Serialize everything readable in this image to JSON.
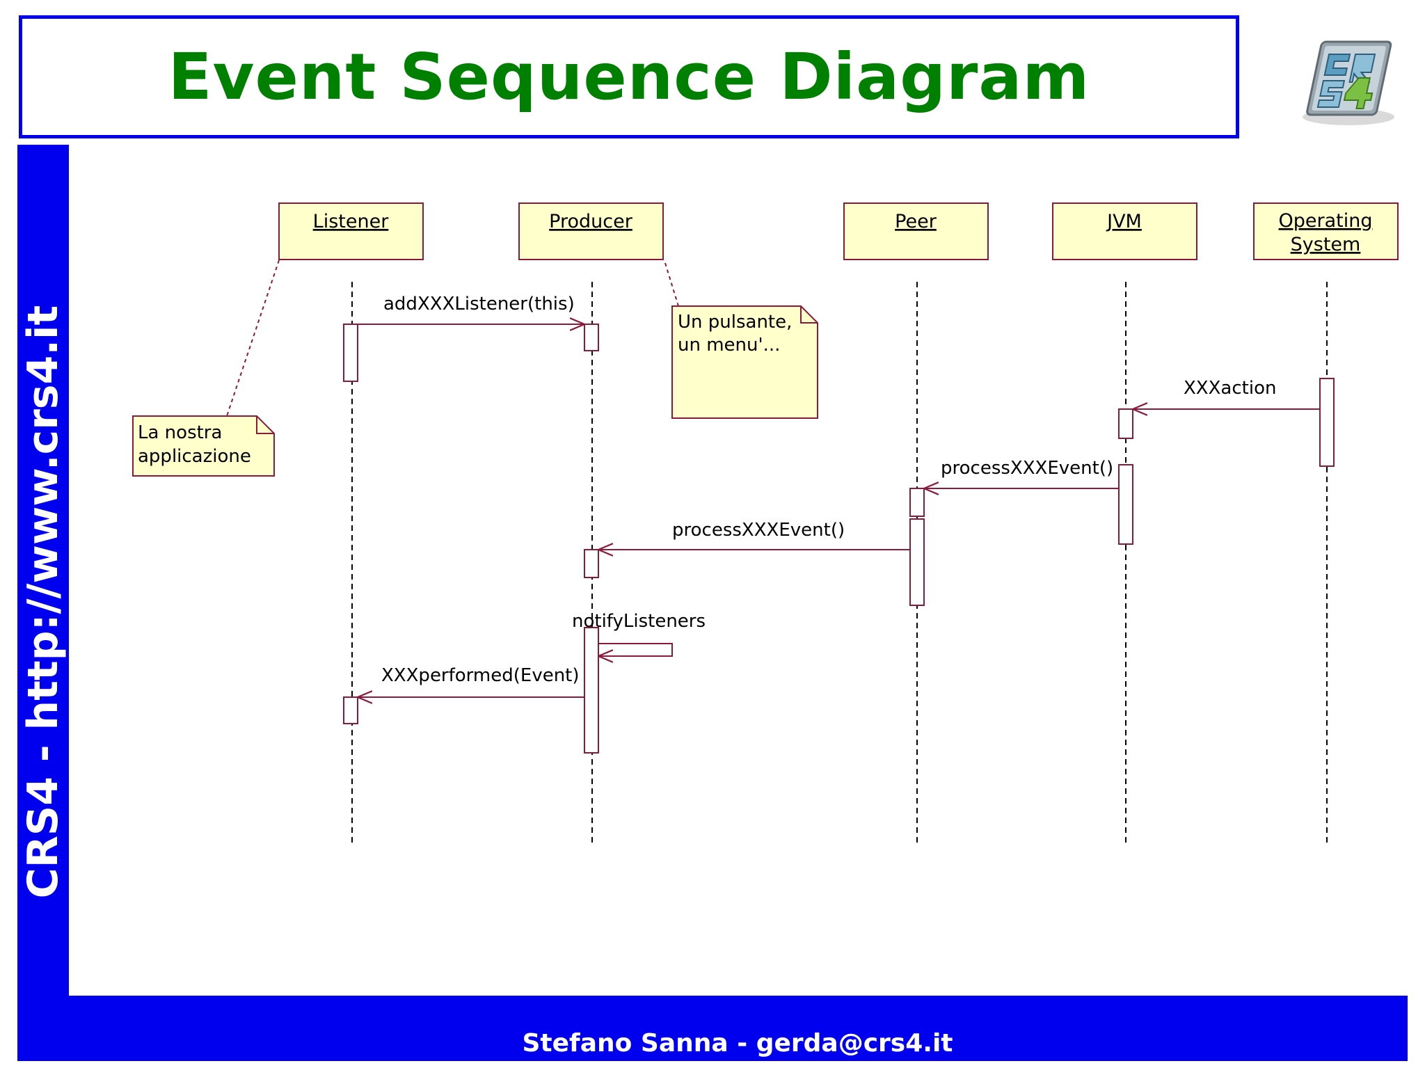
{
  "slide": {
    "title": "Event Sequence Diagram",
    "side_banner": "CRS4 - http://www.crs4.it",
    "footer": "Stefano Sanna - gerda@crs4.it",
    "logo_text": "CRS4"
  },
  "diagram": {
    "objects": [
      {
        "label": "Listener"
      },
      {
        "label": "Producer"
      },
      {
        "label": "Peer"
      },
      {
        "label": "JVM"
      },
      {
        "label": "Operating",
        "label2": "System"
      }
    ],
    "notes": [
      {
        "line1": "Un pulsante,",
        "line2": "un menu'..."
      },
      {
        "line1": "La nostra",
        "line2": "applicazione"
      }
    ],
    "messages": [
      {
        "label": "addXXXListener(this)",
        "from": "Listener",
        "to": "Producer"
      },
      {
        "label": "XXXaction",
        "from": "Operating System",
        "to": "JVM"
      },
      {
        "label": "processXXXEvent()",
        "from": "JVM",
        "to": "Peer"
      },
      {
        "label": "processXXXEvent()",
        "from": "Peer",
        "to": "Producer"
      },
      {
        "label": "notifyListeners",
        "from": "Producer",
        "to": "Producer"
      },
      {
        "label": "XXXperformed(Event)",
        "from": "Producer",
        "to": "Listener"
      }
    ],
    "colors": {
      "line": "#8b1a3a",
      "box_fill": "#ffffcc",
      "accent_blue": "#0000ee",
      "title_green": "#008000"
    }
  }
}
